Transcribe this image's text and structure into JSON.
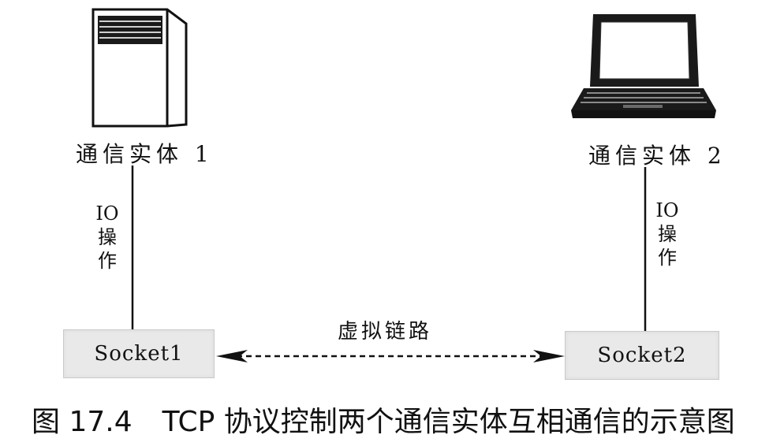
{
  "entity1": {
    "label": "通信实体 1",
    "icon": "server-tower-icon"
  },
  "entity2": {
    "label": "通信实体 2",
    "icon": "laptop-icon"
  },
  "io_left": {
    "line1": "IO",
    "line2": "操",
    "line3": "作"
  },
  "io_right": {
    "line1": "IO",
    "line2": "操",
    "line3": "作"
  },
  "socket1": {
    "label": "Socket1"
  },
  "socket2": {
    "label": "Socket2"
  },
  "virtual_link": {
    "label": "虚拟链路"
  },
  "caption": {
    "number": "图 17.4",
    "text": "TCP 协议控制两个通信实体互相通信的示意图"
  }
}
